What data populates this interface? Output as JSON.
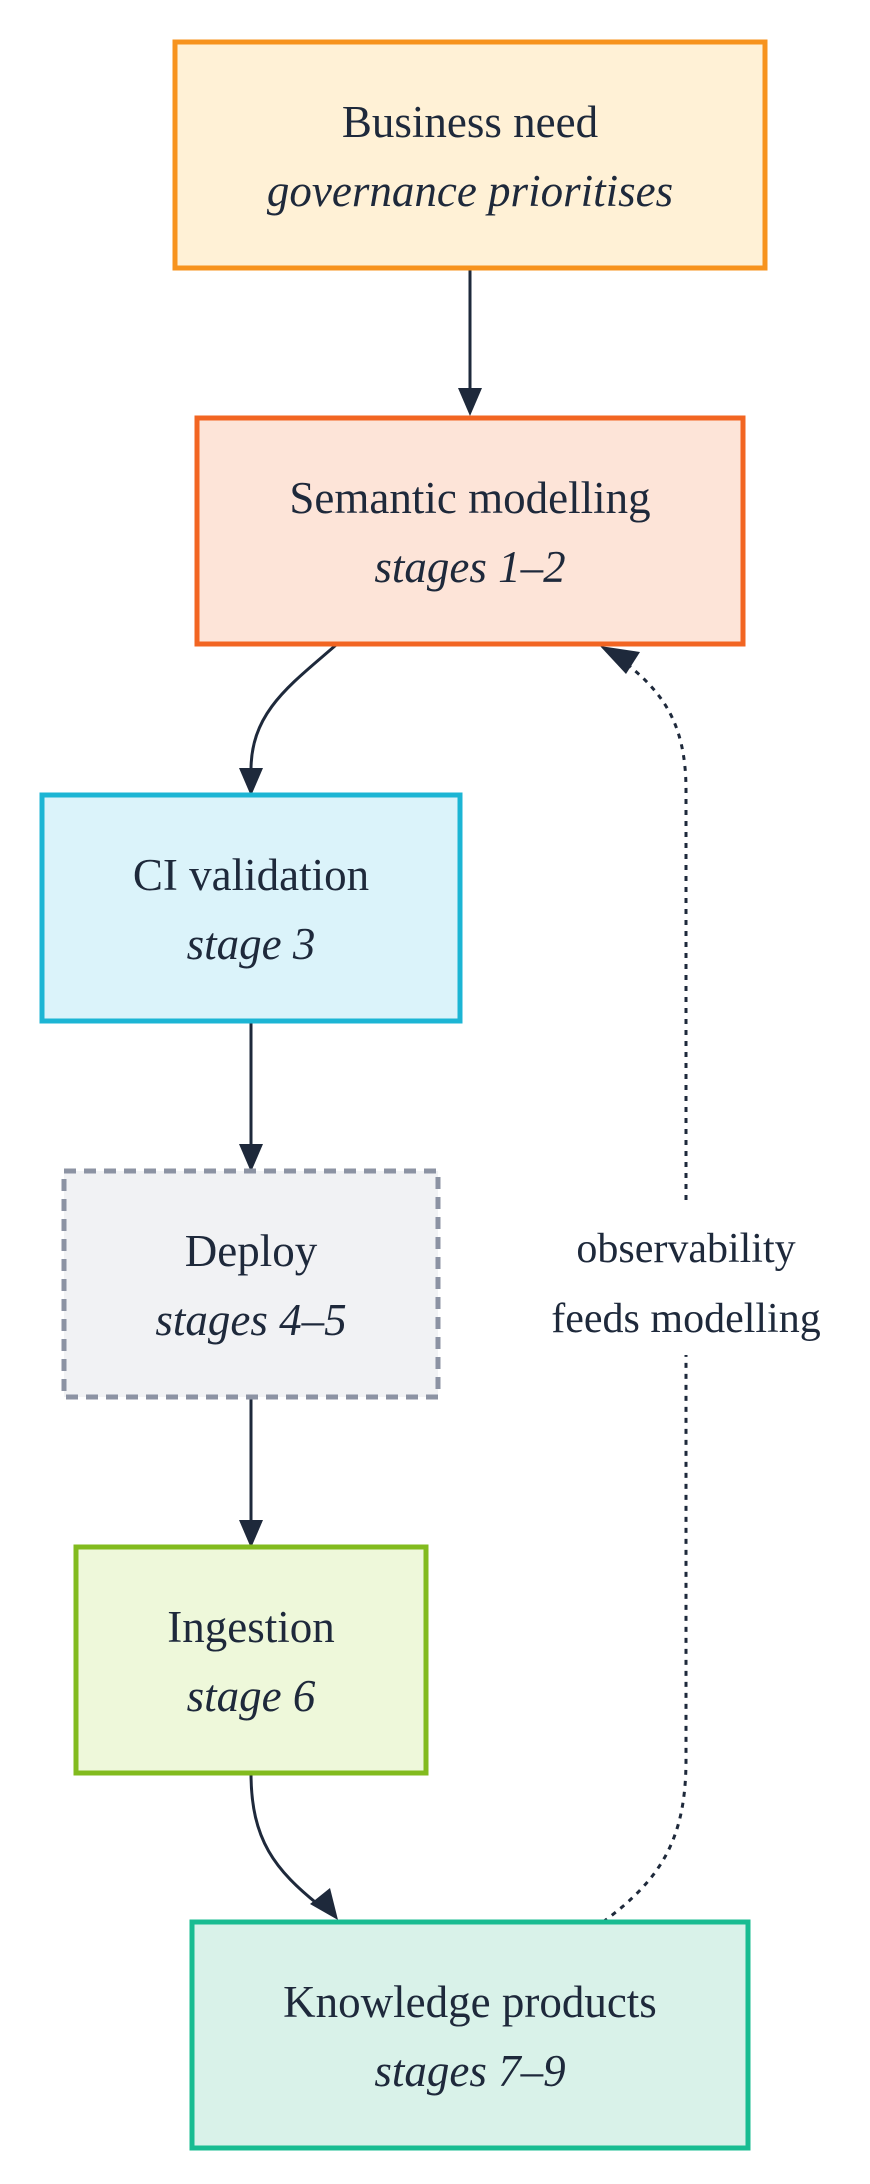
{
  "nodes": {
    "business_need": {
      "title": "Business need",
      "subtitle": "governance prioritises",
      "fill": "#fff1d6",
      "stroke": "#f7931e"
    },
    "semantic_modelling": {
      "title": "Semantic modelling",
      "subtitle": "stages 1–2",
      "fill": "#fde4d8",
      "stroke": "#f26522"
    },
    "ci_validation": {
      "title": "CI validation",
      "subtitle": "stage 3",
      "fill": "#dbf3fa",
      "stroke": "#1cb5d4"
    },
    "deploy": {
      "title": "Deploy",
      "subtitle": "stages 4–5",
      "fill": "#f1f2f4",
      "stroke": "#8c93a3"
    },
    "ingestion": {
      "title": "Ingestion",
      "subtitle": "stage 6",
      "fill": "#eef8da",
      "stroke": "#82bb1e"
    },
    "knowledge_products": {
      "title": "Knowledge products",
      "subtitle": "stages 7–9",
      "fill": "#d9f2e9",
      "stroke": "#19bc91"
    }
  },
  "edges": {
    "feedback": {
      "label_line1": "observability",
      "label_line2": "feeds modelling"
    }
  },
  "colors": {
    "edge": "#1e293b",
    "text": "#1e293b"
  }
}
